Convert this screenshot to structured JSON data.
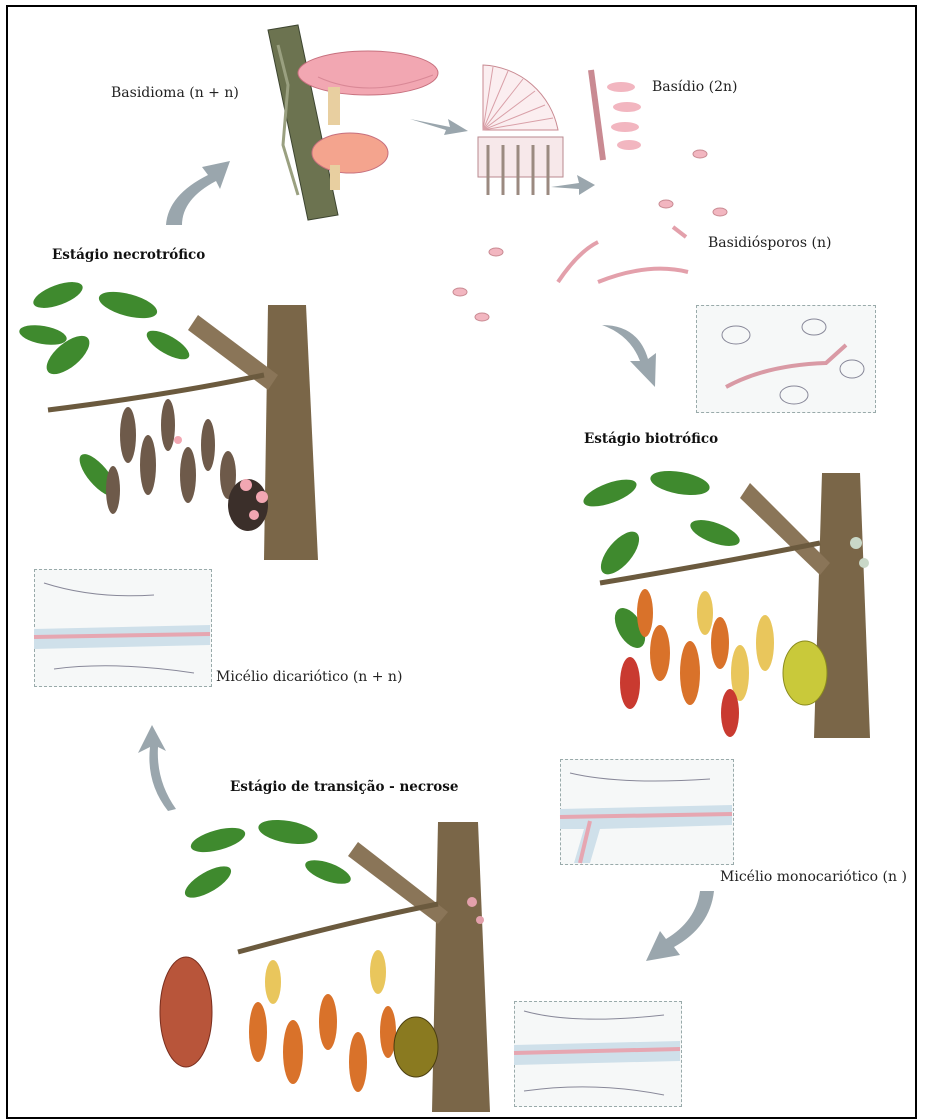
{
  "labels": {
    "basidioma": "Basidioma (n + n)",
    "basidio": "Basídio (2n)",
    "basidiosporos": "Basidiósporos (n)",
    "estagio_necrotrofico": "Estágio necrotrófico",
    "estagio_biotrofico": "Estágio biotrófico",
    "micelio_dicariotico": "Micélio dicariótico (n + n)",
    "estagio_transicao": "Estágio de transição - necrose",
    "micelio_monocariotico": "Micélio monocariótico (n )"
  },
  "colors": {
    "arrow": "#9aa6ad",
    "trunk": "#7a6648",
    "leaf_green": "#3f8a2e",
    "leaf_dry": "#6e5a4a",
    "leaf_orange": "#d9722a",
    "mushroom_pink": "#f2a7b2",
    "pod_yellow": "#c9c93a"
  },
  "icons": [
    "cycle-arrow-icon",
    "mushroom-icon",
    "spore-icon",
    "tree-icon",
    "cacao-pod-icon",
    "mycelium-panel-icon"
  ]
}
